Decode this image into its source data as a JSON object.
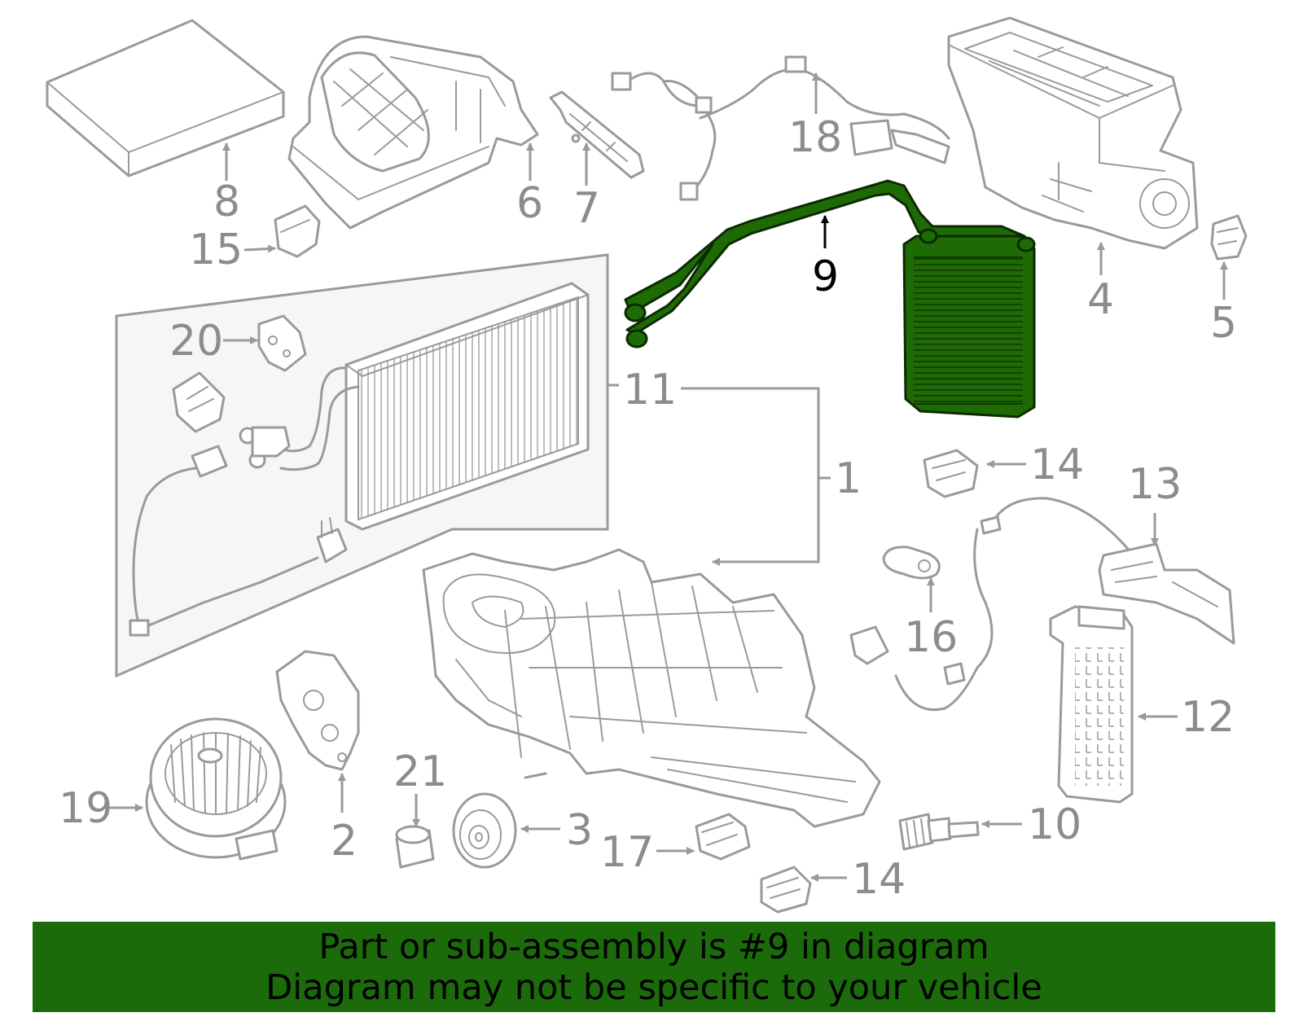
{
  "callouts": {
    "c1": "1",
    "c2": "2",
    "c3": "3",
    "c4": "4",
    "c5": "5",
    "c6": "6",
    "c7": "7",
    "c8": "8",
    "c9": "9",
    "c10": "10",
    "c11": "11",
    "c12": "12",
    "c13": "13",
    "c14a": "14",
    "c14b": "14",
    "c15": "15",
    "c16": "16",
    "c17": "17",
    "c18": "18",
    "c19": "19",
    "c20": "20",
    "c21": "21"
  },
  "highlighted_part": "9",
  "colors": {
    "highlight": "#1e6b06",
    "banner": "#1c6b0b",
    "line_art": "#9a9a9a"
  },
  "banner": {
    "line1": "Part or sub-assembly is #9 in diagram",
    "line2": "Diagram may not be specific to your vehicle"
  }
}
